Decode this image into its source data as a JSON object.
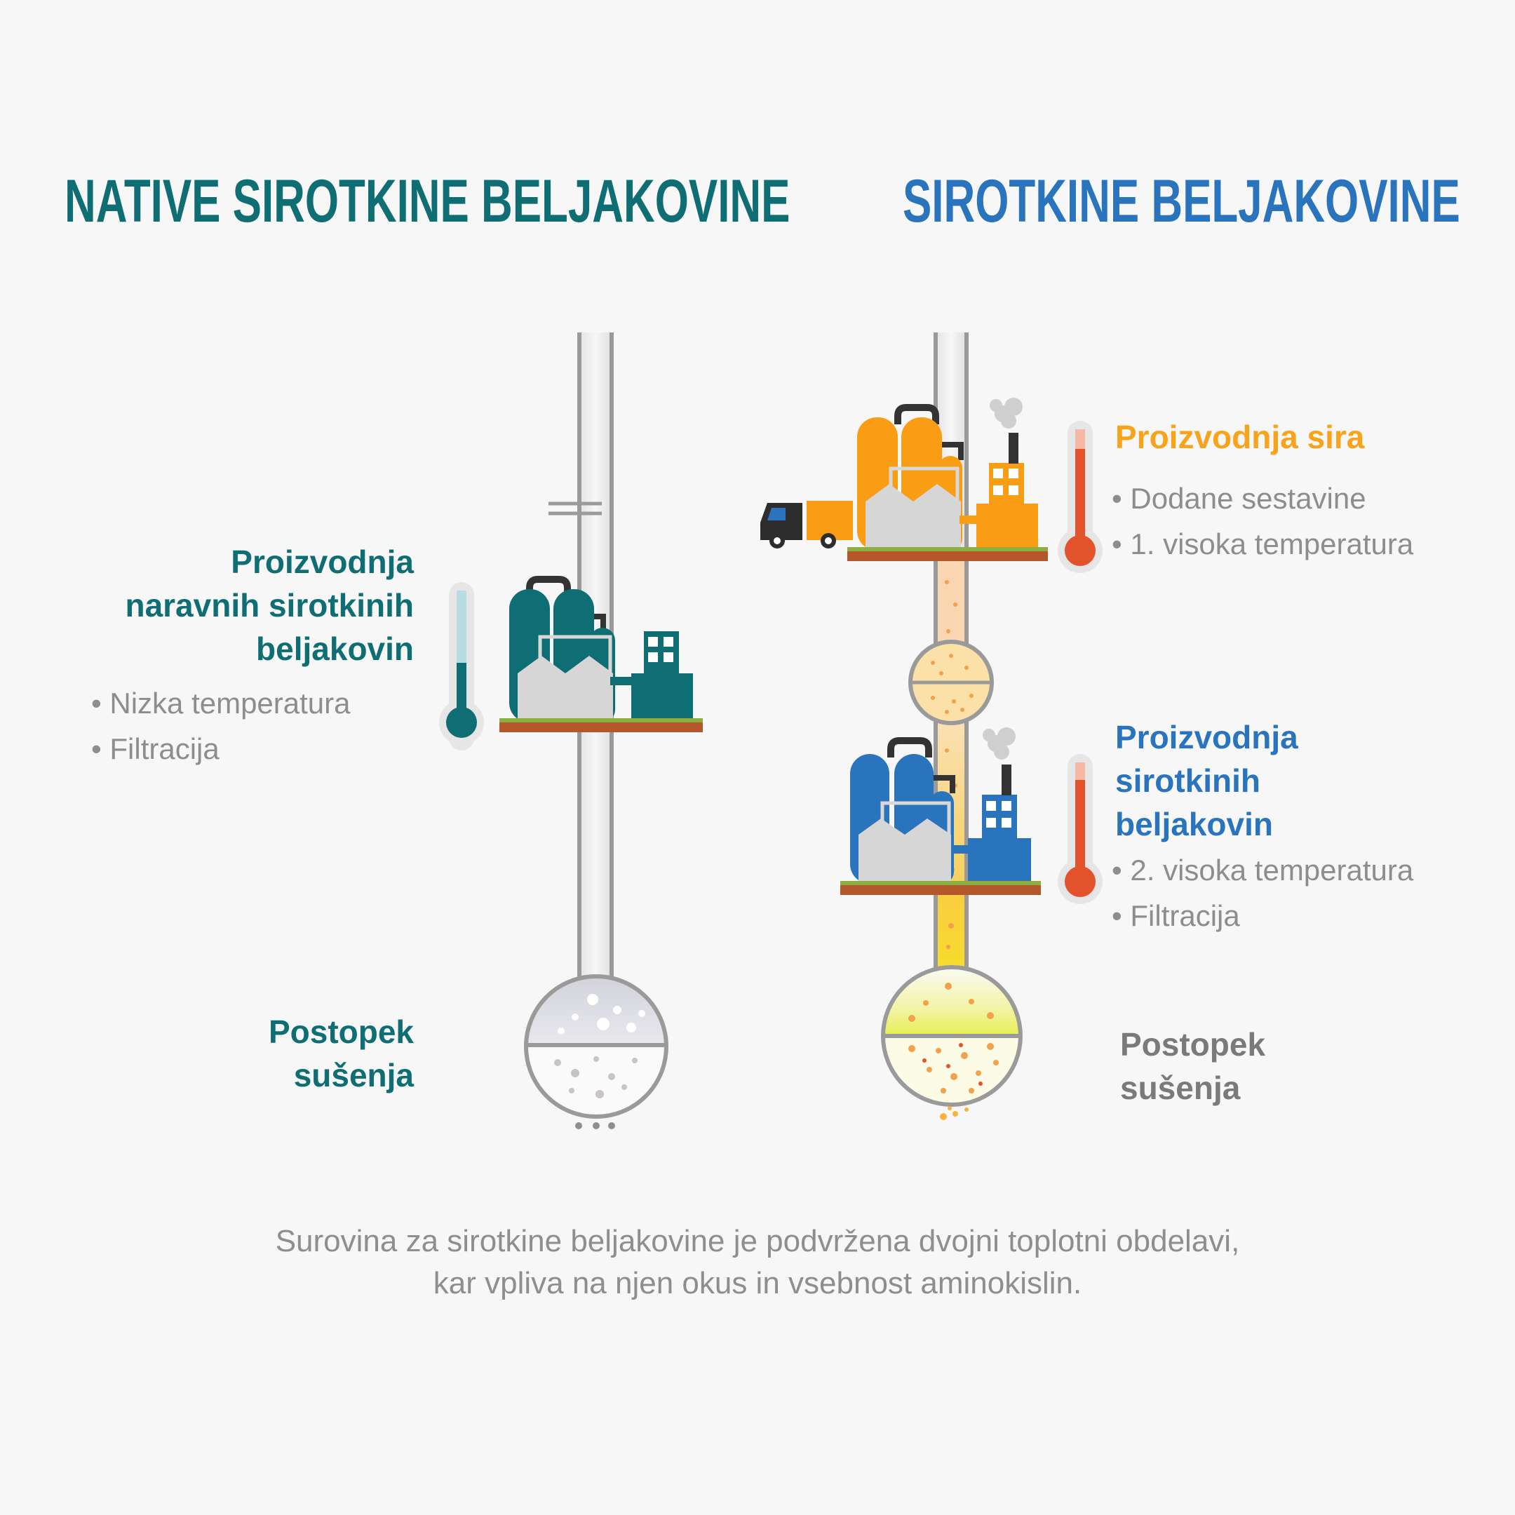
{
  "titles": {
    "left": "NATIVE SIROTKINE BELJAKOVINE",
    "right": "SIROTKINE BELJAKOVINE"
  },
  "left": {
    "process_label": [
      "Proizvodnja",
      "naravnih sirotkinih",
      "beljakovin"
    ],
    "bullets": [
      "Nizka temperatura",
      "Filtracija"
    ],
    "drying_label": [
      "Postopek",
      "sušenja"
    ]
  },
  "right": {
    "cheese_label": "Proizvodnja sira",
    "cheese_bullets": [
      "Dodane sestavine",
      "1. visoka temperatura"
    ],
    "whey_label": [
      "Proizvodnja",
      "sirotkinih",
      "beljakovin"
    ],
    "whey_bullets": [
      "2. visoka temperatura",
      "Filtracija"
    ],
    "drying_label": [
      "Postopek",
      "sušenja"
    ]
  },
  "caption": [
    "Surovina za sirotkine beljakovine je podvržena dvojni toplotni obdelavi,",
    "kar vpliva na njen okus in vsebnost aminokislin."
  ],
  "colors": {
    "teal": "#0f6e73",
    "blue": "#2a74bd",
    "orange": "#f7a31c",
    "red": "#e2532c",
    "pipe": "#9a9a9a",
    "gray_text": "#8e8e8e"
  },
  "icons": [
    "thermometer-icon",
    "factory-icon",
    "truck-icon",
    "smoke-icon",
    "drying-flask-icon"
  ]
}
